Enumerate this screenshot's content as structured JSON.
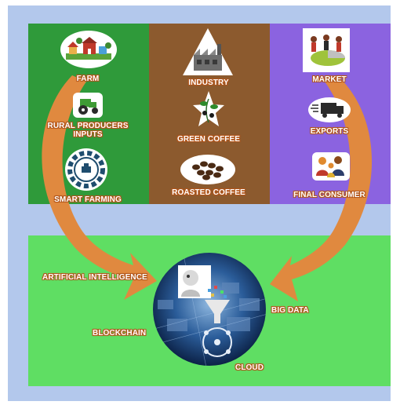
{
  "column_left": {
    "farm": "FARM",
    "rural_producers": "RURAL PRODUCERS",
    "inputs": "INPUTS",
    "smart_farming": "SMART FARMING"
  },
  "column_middle": {
    "industry": "INDUSTRY",
    "green_coffee": "GREEN COFFEE",
    "roasted_coffee": "ROASTED COFFEE"
  },
  "column_right": {
    "market": "MARKET",
    "exports": "EXPORTS",
    "final_consumer": "FINAL CONSUMER"
  },
  "technology": {
    "artificial_intelligence": "ARTIFICIAL INTELLIGENCE",
    "big_data": "BIG DATA",
    "blockchain": "BLOCKCHAIN",
    "cloud": "CLOUD"
  },
  "colors": {
    "frame": "#b3c8ec",
    "green_column": "#2f9a3a",
    "brown_column": "#8c5a2e",
    "purple_column": "#8b63e0",
    "tech_panel": "#5fde63",
    "arrow": "#e0893f"
  },
  "icons": [
    "farm-icon",
    "tractor-icon",
    "gear-icon",
    "factory-icon",
    "coffee-plant-icon",
    "coffee-beans-icon",
    "market-icon",
    "truck-icon",
    "family-icon",
    "tech-globe-icon"
  ]
}
